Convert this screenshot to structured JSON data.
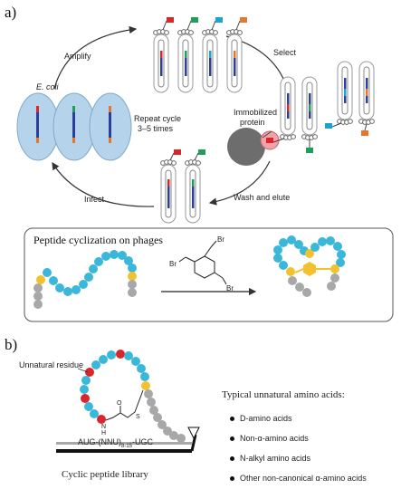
{
  "panel_a": {
    "letter": "a)",
    "labels": {
      "amplify": "Amplify",
      "select": "Select",
      "ecoli": "E. coli",
      "repeat_line1": "Repeat cycle",
      "repeat_line2": "3–5 times",
      "immobilized_line1": "Immobilized",
      "immobilized_line2": "protein",
      "infect": "Infect",
      "wash_elute": "Wash and elute"
    },
    "cyclization_box": {
      "title": "Peptide cyclization on phages",
      "reagent_labels": [
        "Br",
        "Br",
        "Br"
      ]
    }
  },
  "panel_b": {
    "letter": "b)",
    "unnatural_residue_label": "Unnatural residue",
    "linker_labels": {
      "o": "O",
      "h": "H",
      "n": "N",
      "s": "S"
    },
    "sequence_parts": [
      "AUG-(NNU)",
      "8-15",
      "-UGC"
    ],
    "library_label": "Cyclic peptide library",
    "list_title": "Typical unnatural amino acids:",
    "list_items": [
      "D-amino acids",
      "Non-α-amino acids",
      "N-alkyl amino acids",
      "Other non-canonical α-amino acids"
    ]
  },
  "colors": {
    "peptide": "#3bb7d9",
    "cysteine": "#f2c12e",
    "constant": "#a8a8a8",
    "unnatural": "#d9262b",
    "tag_red": "#d9262b",
    "tag_green": "#1e9e5b",
    "tag_blue": "#1aa3d6",
    "tag_orange": "#e4762f",
    "cell": "#b5d4ec",
    "protein": "#6d6d6d",
    "protein_pink": "#f0a2a8"
  }
}
